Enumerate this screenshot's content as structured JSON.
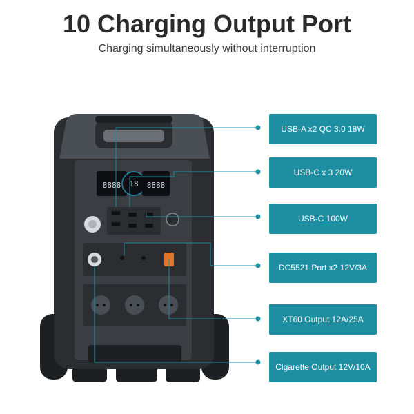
{
  "header": {
    "title": "10 Charging Output Port",
    "subtitle": "Charging simultaneously without interruption"
  },
  "callouts": [
    {
      "label": "USB-A x2  QC 3.0  18W"
    },
    {
      "label": "USB-C x 3  20W"
    },
    {
      "label": "USB-C 100W"
    },
    {
      "label": "DC5521 Port x2  12V/3A"
    },
    {
      "label": "XT60 Output  12A/25A"
    },
    {
      "label": "Cigarette Output  12V/10A"
    }
  ],
  "device": {
    "display_readings": [
      "8888",
      "18",
      "8888"
    ]
  },
  "colors": {
    "accent": "#1e8fa3",
    "device_body": "#2b2d31",
    "device_panel": "#3a3d42"
  }
}
